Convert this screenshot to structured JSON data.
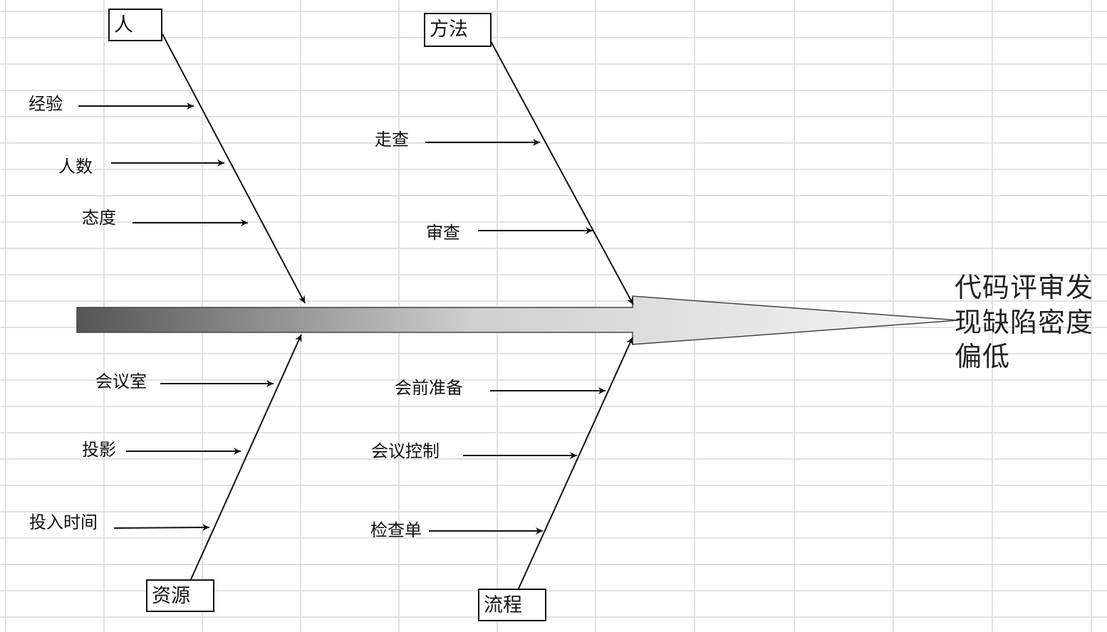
{
  "diagram": {
    "type": "fishbone",
    "effect": "代码评审发现缺陷密度偏低",
    "categories": [
      {
        "id": "people",
        "label": "人",
        "causes": [
          "经验",
          "人数",
          "态度"
        ]
      },
      {
        "id": "method",
        "label": "方法",
        "causes": [
          "走查",
          "审查"
        ]
      },
      {
        "id": "resource",
        "label": "资源",
        "causes": [
          "会议室",
          "投影",
          "投入时间"
        ]
      },
      {
        "id": "process",
        "label": "流程",
        "causes": [
          "会前准备",
          "会议控制",
          "检查单"
        ]
      }
    ]
  },
  "colors": {
    "grid": "#d9d9d9",
    "line": "#111111",
    "spine_dark": "#555555",
    "spine_light": "#f6f6f6"
  }
}
